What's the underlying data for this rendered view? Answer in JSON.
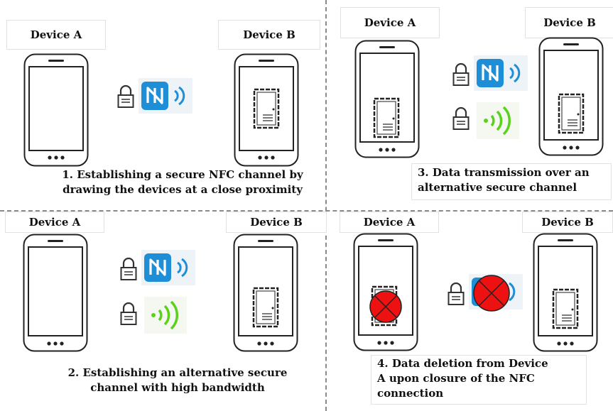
{
  "panels": [
    {
      "device_a": "Device A",
      "device_b": "Device B",
      "caption_lines": [
        "1. Establishing a secure NFC channel by",
        "drawing the devices at a close proximity"
      ]
    },
    {
      "device_a": "Device A",
      "device_b": "Device B",
      "caption_lines": [
        "2. Establishing an alternative secure",
        "channel with high bandwidth"
      ]
    },
    {
      "device_a": "Device A",
      "device_b": "Device B",
      "caption_lines": [
        "3. Data transmission over an",
        "alternative secure channel"
      ]
    },
    {
      "device_a": "Device A",
      "device_b": "Device B",
      "caption_lines": [
        "4. Data deletion from Device",
        "A upon closure of the NFC",
        "connection"
      ]
    }
  ],
  "colors": {
    "nfc_blue": "#1e8fd6",
    "wifi_green": "#5ad11a",
    "delete_red": "#ee1111",
    "divider": "#8a8a8a"
  },
  "icons": [
    "lock-icon",
    "nfc-icon",
    "wireless-signal-icon",
    "document-icon",
    "delete-icon"
  ]
}
